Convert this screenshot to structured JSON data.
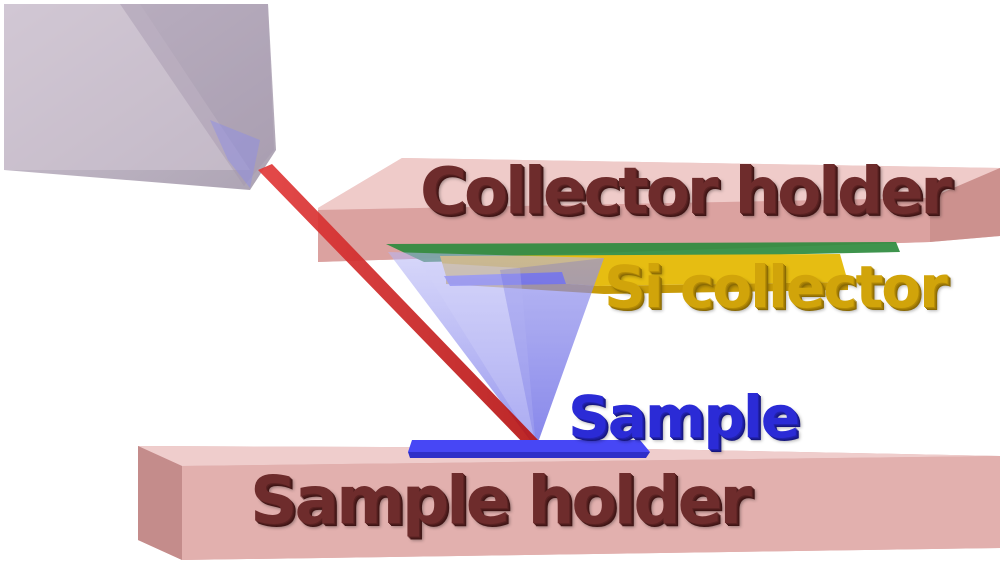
{
  "labels": {
    "collector_holder": "Collector holder",
    "si_collector": "Si collector",
    "sample": "Sample",
    "sample_holder": "Sample holder"
  },
  "colors": {
    "holder": "#d9a0a0",
    "holder_text": "#6e2c2c",
    "si_collector": "#e0b70f",
    "substrate_green": "#2e8b3e",
    "sample": "#3b3bf0",
    "laser": "#d21f1f",
    "plume": "#8c8cf0",
    "lens_housing": "#b9aebd"
  }
}
